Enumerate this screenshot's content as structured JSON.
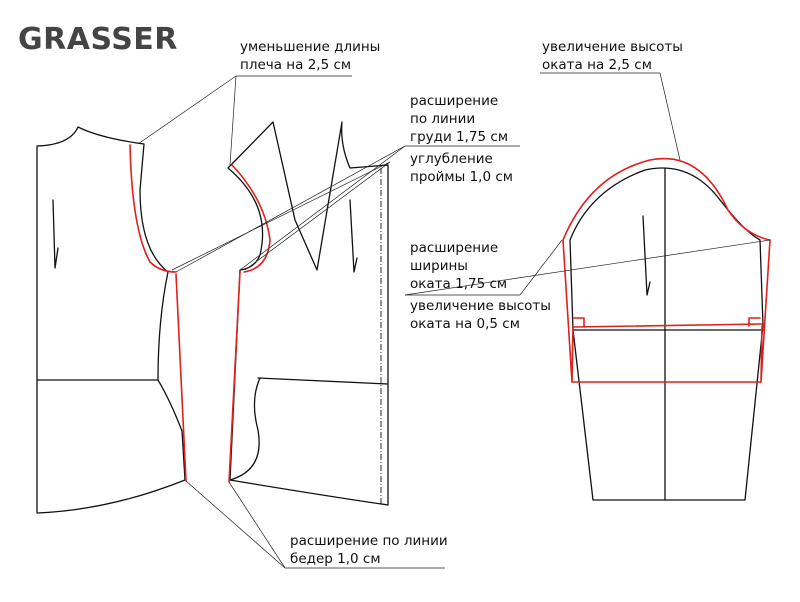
{
  "brand": {
    "logo_text": "GRASSER"
  },
  "annotations": {
    "shoulder": [
      "уменьшение длины",
      "плеча на 2,5 см"
    ],
    "chest": [
      "расширение",
      "по линии",
      "груди 1,75 см"
    ],
    "armhole": [
      "углубление",
      "проймы 1,0 см"
    ],
    "cap_width": [
      "расширение",
      "ширины",
      "оката 1,75 см"
    ],
    "cap_height_small": [
      "увеличение высоты",
      "оката на  0,5 см"
    ],
    "cap_height_top": [
      "увеличение высоты",
      "оката на 2,5 см"
    ],
    "hips": [
      "расширение по линии",
      "бедер 1,0 см"
    ]
  },
  "colors": {
    "outline": "#111111",
    "modified": "#e0201c",
    "logo": "#444444"
  }
}
